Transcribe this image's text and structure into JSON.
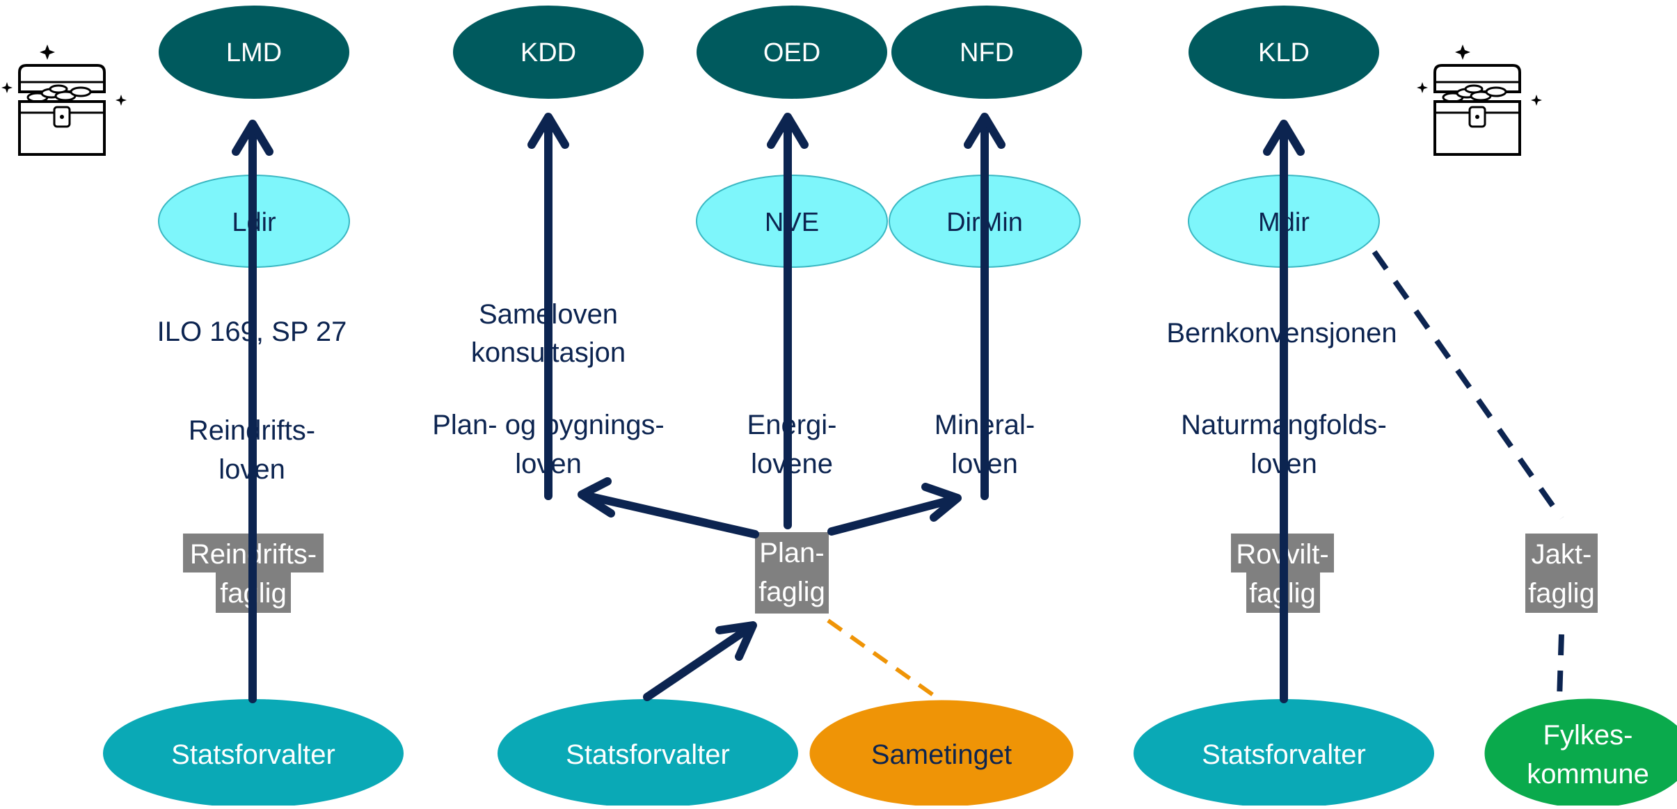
{
  "colors": {
    "ministry_fill": "#005a5e",
    "directorate_fill": "#7ef6fb",
    "statsforvalter_fill": "#0aa9b6",
    "sametinget_fill": "#ef9406",
    "fylkeskommune_fill": "#0aaa4c",
    "box_fill": "#808080",
    "arrow": "#0c2450",
    "text_dark": "#0c2450",
    "dashed_orange": "#ef9406"
  },
  "icons": {
    "treasure": "treasure-chest-icon"
  },
  "ministries": {
    "lmd": "LMD",
    "kdd": "KDD",
    "oed": "OED",
    "nfd": "NFD",
    "kld": "KLD"
  },
  "directorates": {
    "ldir": "Ldir",
    "nve": "NVE",
    "dirmin": "DirMin",
    "mdir": "Mdir"
  },
  "laws": {
    "ilo": "ILO 169, SP 27",
    "reindrift_1": "Reindrifts-",
    "reindrift_2": "loven",
    "sameloven_1": "Sameloven",
    "sameloven_2": "konsultasjon",
    "pbl_1": "Plan- og bygnings-",
    "pbl_2": "loven",
    "energi_1": "Energi-",
    "energi_2": "lovene",
    "mineral_1": "Mineral-",
    "mineral_2": "loven",
    "bern": "Bernkonvensjonen",
    "naturmangfold_1": "Naturmangfolds-",
    "naturmangfold_2": "loven"
  },
  "boxes": {
    "reindrift_1": "Reindrifts-",
    "reindrift_2": "faglig",
    "plan_1": "Plan-",
    "plan_2": "faglig",
    "rovvilt_1": "Rovvilt-",
    "rovvilt_2": "faglig",
    "jakt_1": "Jakt-",
    "jakt_2": "faglig"
  },
  "actors": {
    "statsforvalter_1": "Statsforvalter",
    "statsforvalter_2": "Statsforvalter",
    "sametinget": "Sametinget",
    "statsforvalter_3": "Statsforvalter",
    "fylkeskommune_1": "Fylkes-",
    "fylkeskommune_2": "kommune"
  }
}
